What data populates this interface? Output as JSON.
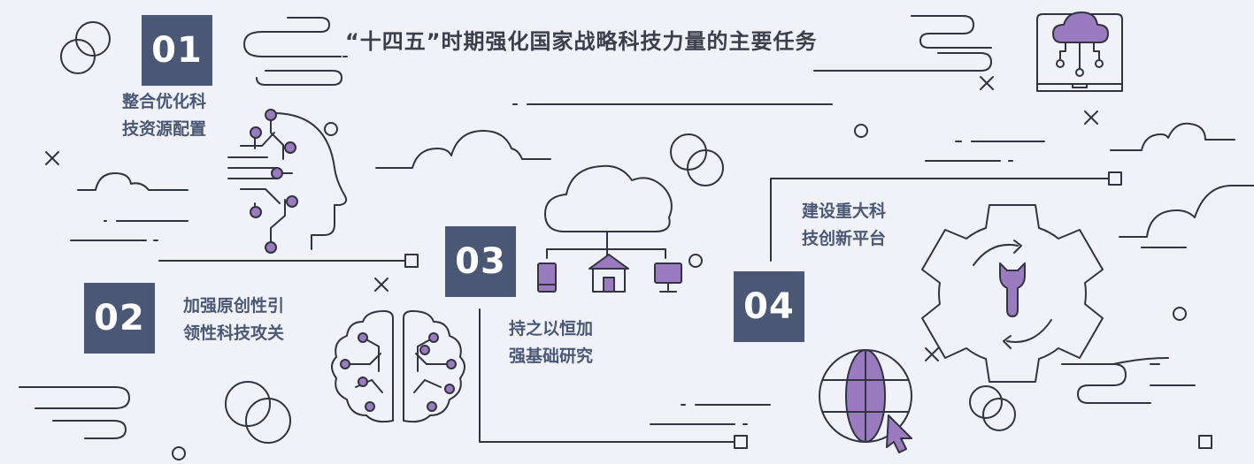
{
  "title": "“十四五”时期强化国家战略科技力量的主要任务",
  "tasks": [
    {
      "number": "01",
      "line1": "整合优化科",
      "line2": "技资源配置"
    },
    {
      "number": "02",
      "line1": "加强原创性引",
      "line2": "领性科技攻关"
    },
    {
      "number": "03",
      "line1": "持之以恒加",
      "line2": "强基础研究"
    },
    {
      "number": "04",
      "line1": "建设重大科",
      "line2": "技创新平台"
    }
  ],
  "colors": {
    "background": "#f0f2f7",
    "line": "#2f3440",
    "box": "#4a5876",
    "accent": "#9b7bbf"
  },
  "icons": [
    "cloud-laptop-icon",
    "ai-head-circuit-icon",
    "brain-circuit-icon",
    "cloud-network-icon",
    "gear-wrench-icon",
    "globe-cursor-icon"
  ]
}
